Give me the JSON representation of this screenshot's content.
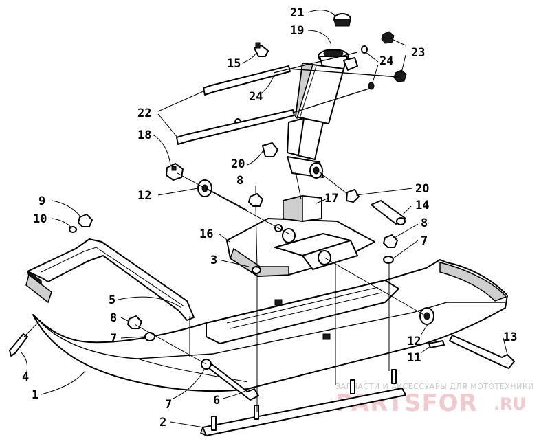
{
  "diagram": {
    "callouts": {
      "c21": "21",
      "c19": "19",
      "c23": "23",
      "c24a": "24",
      "c24b": "24",
      "c15": "15",
      "c22": "22",
      "c18": "18",
      "c20a": "20",
      "c20b": "20",
      "c8a": "8",
      "c8b": "8",
      "c8c": "8",
      "c17": "17",
      "c14": "14",
      "c12a": "12",
      "c12b": "12",
      "c9": "9",
      "c10": "10",
      "c16": "16",
      "c3": "3",
      "c7a": "7",
      "c7b": "7",
      "c7c": "7",
      "c5": "5",
      "c13": "13",
      "c11": "11",
      "c4": "4",
      "c1": "1",
      "c6": "6",
      "c2": "2"
    },
    "watermark": {
      "tagline": "ЗАПЧАСТИ И АКСЕССУАРЫ ДЛЯ МОТОТЕХНИКИ",
      "brand": "PARTSFOR",
      "domain": ".RU"
    }
  }
}
